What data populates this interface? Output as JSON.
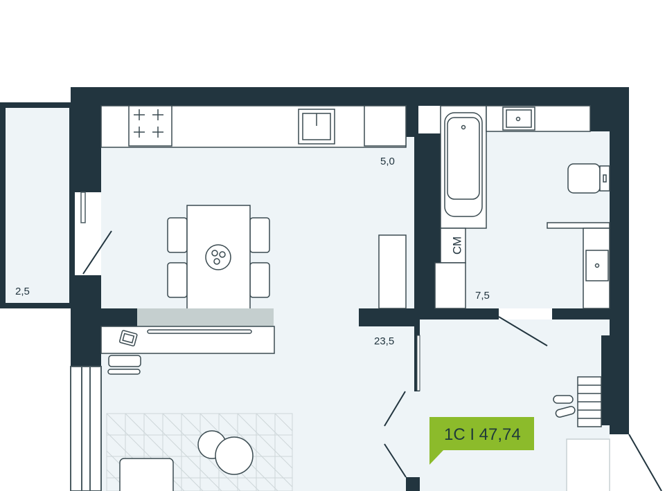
{
  "plan": {
    "apartment_label": "1С І 47,74",
    "rooms": {
      "balcony_area": "2,5",
      "kitchen_area": "5,0",
      "bathroom_area": "7,5",
      "living_area": "23,5",
      "washer_label": "СМ"
    },
    "colors": {
      "wall": "#22353f",
      "floor": "#eef4f7",
      "label_bg": "#8cbb2b",
      "strip": "#c5cfcf"
    }
  }
}
